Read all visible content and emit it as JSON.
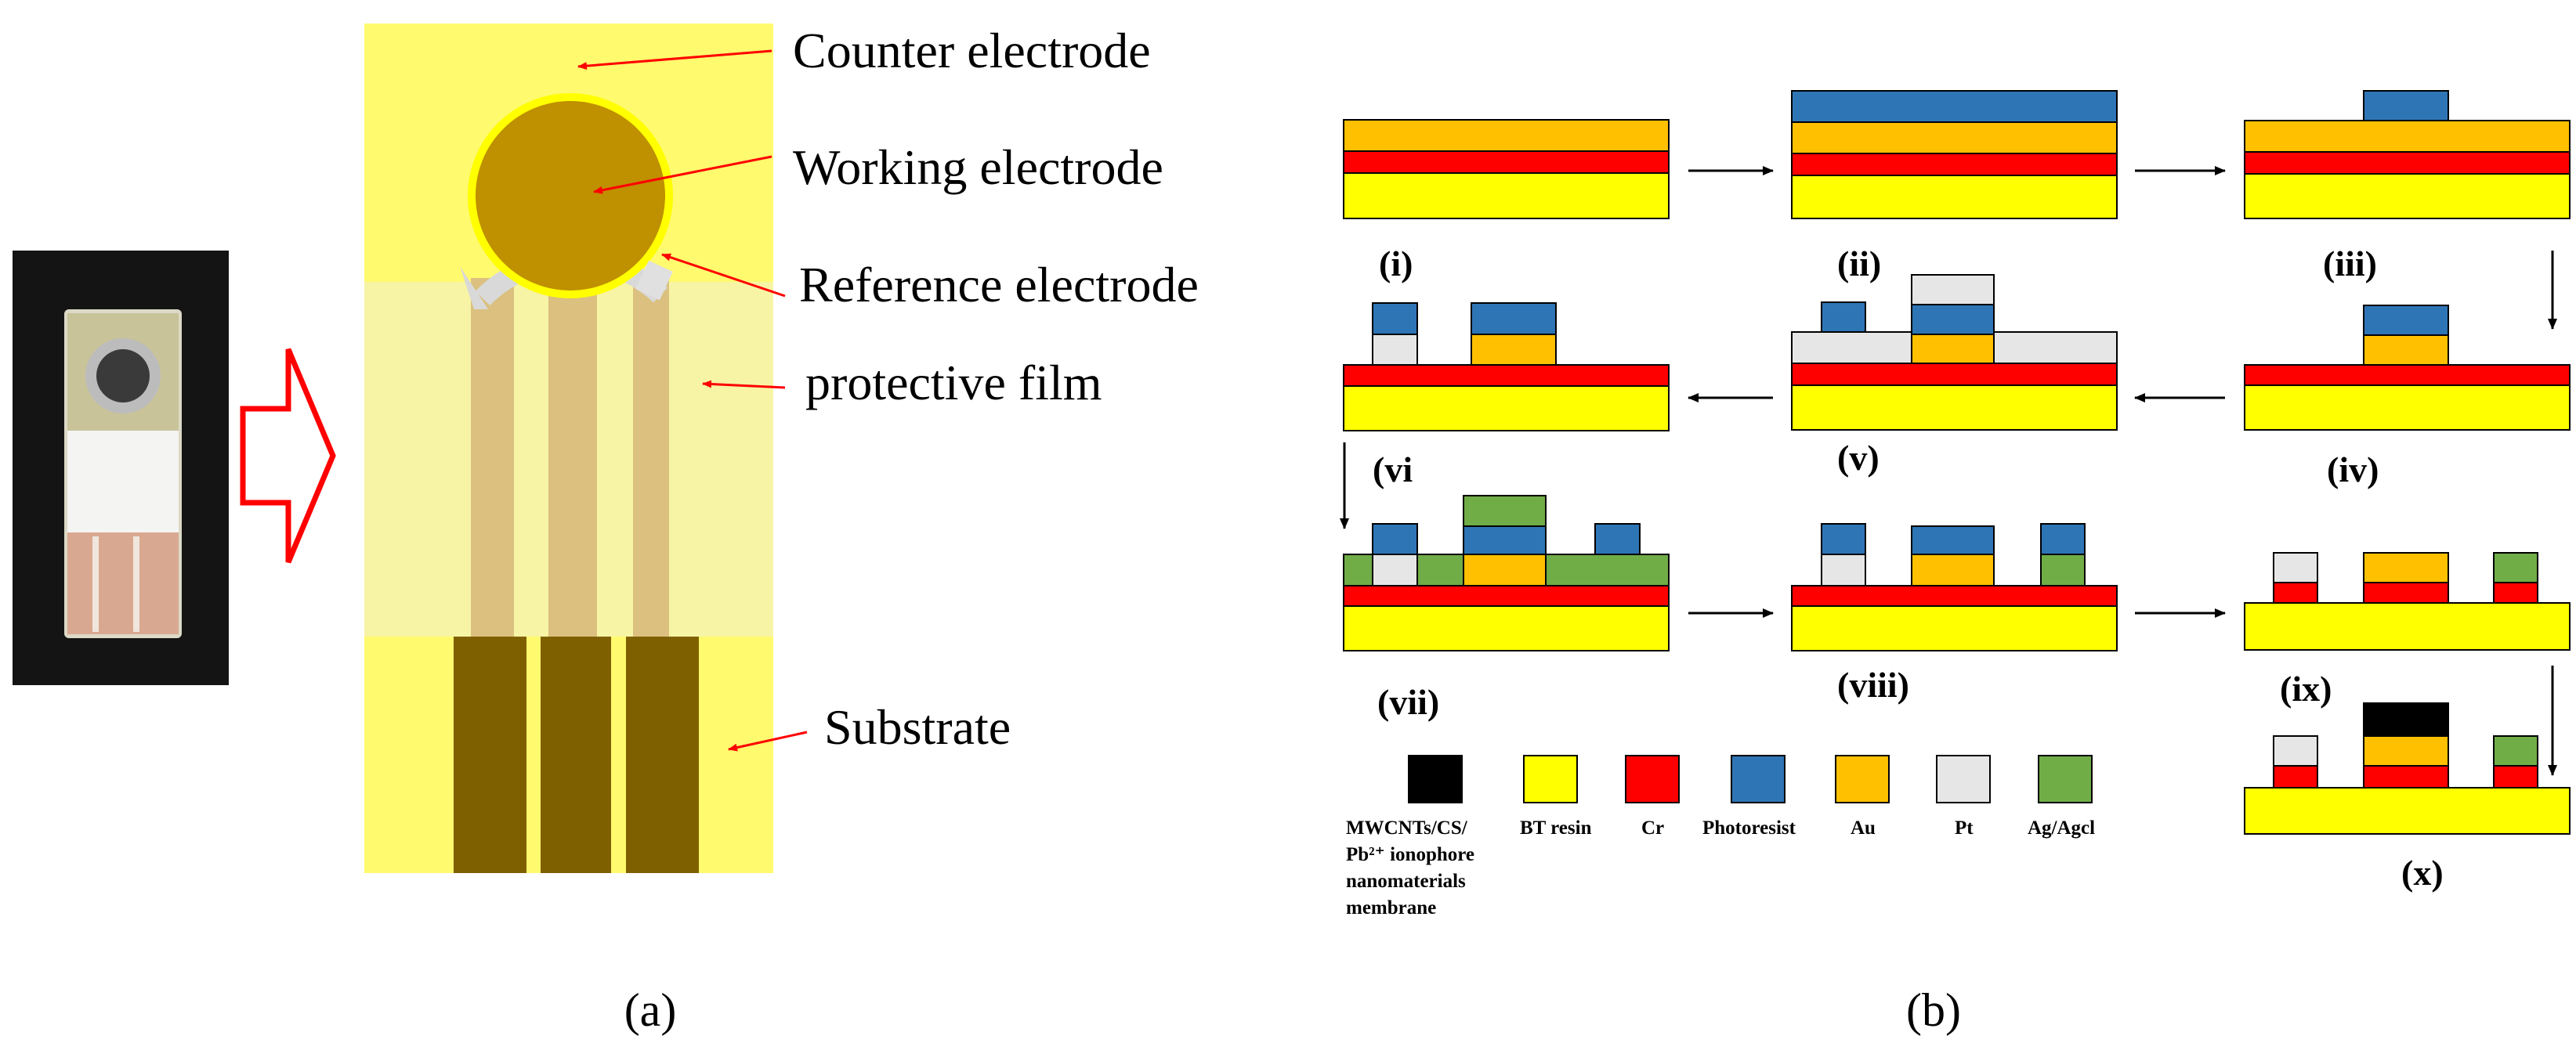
{
  "panel_a": {
    "caption": "(a)",
    "labels": {
      "counter_electrode": "Counter electrode",
      "working_electrode": "Working electrode",
      "reference_electrode": "Reference electrode",
      "protective_film": "protective film",
      "substrate": "Substrate"
    }
  },
  "panel_b": {
    "caption": "(b)",
    "steps": [
      "(i)",
      "(ii)",
      "(iii)",
      "(iv)",
      "(v)",
      "(vi",
      "(vii)",
      "(viii)",
      "(ix)",
      "(x)"
    ],
    "legend": [
      {
        "label": "MWCNTs/CS/",
        "color": "#000000"
      },
      {
        "label": "BT resin",
        "color": "#ffff00"
      },
      {
        "label": "Cr",
        "color": "#ff0000"
      },
      {
        "label": "Photoresist",
        "color": "#2e75b6"
      },
      {
        "label": "Au",
        "color": "#ffc000"
      },
      {
        "label": "Pt",
        "color": "#e7e6e6"
      },
      {
        "label": "Ag/Agcl",
        "color": "#70ad47"
      }
    ],
    "legend_extra_lines": [
      "Pb²⁺ ionophore",
      "nanomaterials",
      "membrane"
    ]
  },
  "colors": {
    "bt_resin": "#ffff00",
    "cr": "#ff0000",
    "photoresist": "#2e75b6",
    "au": "#ffc000",
    "pt": "#e7e6e6",
    "agagcl": "#70ad47",
    "membrane": "#000000",
    "substrate_bg": "#fffa6e",
    "working_electrode": "#bf9000",
    "pad": "#7f6000",
    "arrow_red": "#ff0000"
  }
}
